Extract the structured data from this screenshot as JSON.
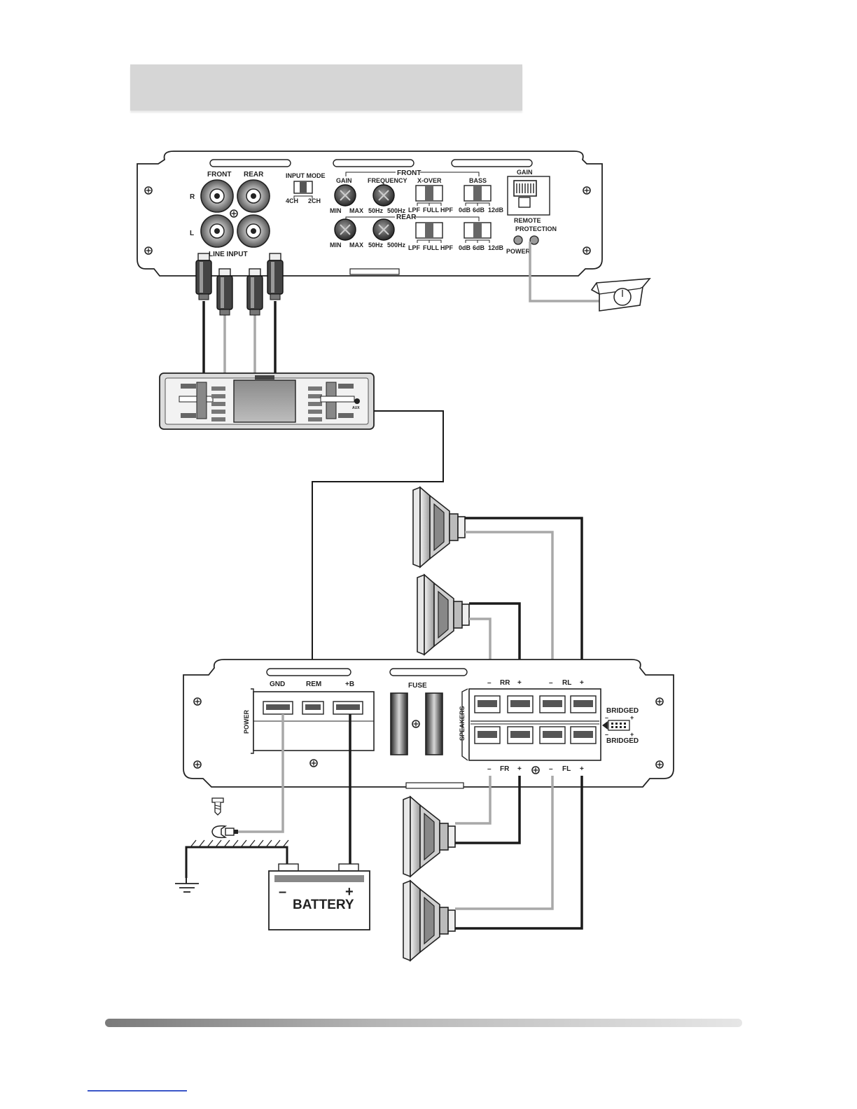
{
  "colors": {
    "wire_dark": "#1a1a1a",
    "wire_light": "#a8a8a8",
    "panel_fill": "#ffffff",
    "header_band": "#d6d6d6"
  },
  "top_panel": {
    "input_labels": {
      "front": "FRONT",
      "rear": "REAR",
      "r": "R",
      "l": "L",
      "line_input": "LINE INPUT"
    },
    "input_mode": {
      "title": "INPUT MODE",
      "opt1": "4CH",
      "opt2": "2CH"
    },
    "front_group": "FRONT",
    "rear_group": "REAR",
    "gain": {
      "title": "GAIN",
      "min": "MIN",
      "max": "MAX"
    },
    "frequency": {
      "title": "FREQUENCY",
      "low": "50Hz",
      "high": "500Hz"
    },
    "xover": {
      "title": "X-OVER",
      "lpf": "LPF",
      "full": "FULL",
      "hpf": "HPF"
    },
    "bass": {
      "title": "BASS",
      "b0": "0dB",
      "b6": "6dB",
      "b12": "12dB"
    },
    "remote": {
      "gain": "GAIN",
      "remote": "REMOTE",
      "protection": "PROTECTION",
      "power": "POWER"
    }
  },
  "bottom_panel": {
    "power_label": "POWER",
    "terminals": {
      "gnd": "GND",
      "rem": "REM",
      "b": "+B"
    },
    "fuse": "FUSE",
    "speakers_label": "SPEAKERS",
    "channels_top": {
      "rr": "RR",
      "rl": "RL"
    },
    "channels_bottom": {
      "fr": "FR",
      "fl": "FL"
    },
    "bridged_top": "BRIDGED",
    "bridged_bottom": "BRIDGED",
    "plus": "+",
    "minus": "–"
  },
  "battery": {
    "label": "BATTERY",
    "neg": "–",
    "pos": "+"
  },
  "head_unit": {
    "aux": "AUX"
  }
}
